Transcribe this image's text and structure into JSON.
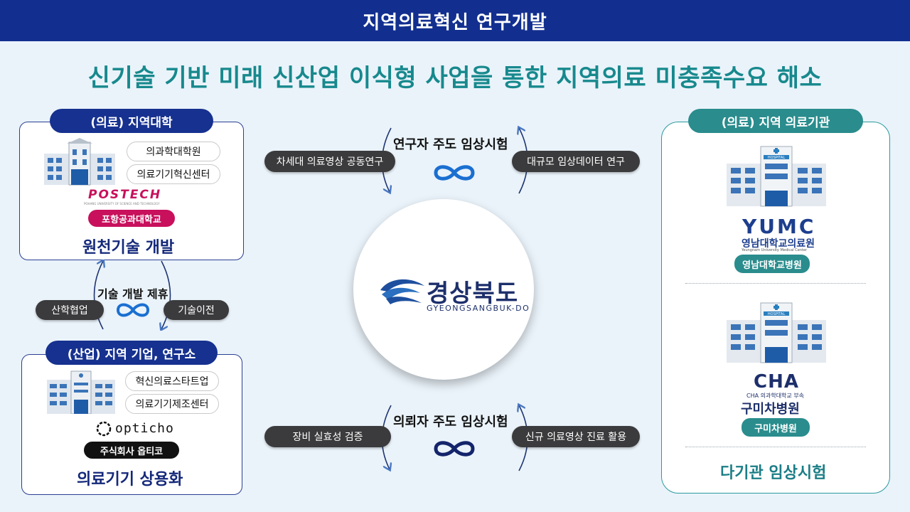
{
  "header": {
    "title": "지역의료혁신 연구개발"
  },
  "subtitle": "신기술 기반 미래 신산업 이식형 사업을 통한 지역의료 미충족수요 해소",
  "university": {
    "tab": "(의료) 지역대학",
    "tags": [
      "의과학대학원",
      "의료기기혁신센터"
    ],
    "logo": "POSTECH",
    "logo_sub": "POHANG UNIVERSITY OF SCIENCE AND TECHNOLOGY",
    "name_badge": "포항공과대학교",
    "conclusion": "원천기술 개발"
  },
  "industry": {
    "tab": "(산업) 지역 기업, 연구소",
    "tags": [
      "혁신의료스타트업",
      "의료기기제조센터"
    ],
    "logo": "opticho",
    "name_badge": "주식회사 옵티코",
    "conclusion": "의료기기 상용화"
  },
  "left_flow": {
    "title": "기술 개발 제휴",
    "left_pill": "산학협업",
    "right_pill": "기술이전"
  },
  "top_flow": {
    "title": "연구자 주도 임상시험",
    "left_pill": "차세대 의료영상 공동연구",
    "right_pill": "대규모 임상데이터 연구"
  },
  "bottom_flow": {
    "title": "의뢰자 주도 임상시험",
    "left_pill": "장비 실효성 검증",
    "right_pill": "신규 의료영상 진료 활용"
  },
  "center": {
    "name_ko": "경상북도",
    "name_en": "GYEONGSANGBUK-DO"
  },
  "hospitals": {
    "tab": "(의료) 지역 의료기관",
    "yumc": {
      "logo": "YUMC",
      "name": "영남대학교의료원",
      "name_en": "Yeungnam University Medical Center",
      "badge": "영남대학교병원"
    },
    "cha": {
      "logo": "CHA",
      "sub": "CHA 의과학대학교 부속",
      "name": "구미차병원",
      "badge": "구미차병원"
    },
    "conclusion": "다기관 임상시험"
  },
  "building_sign": "HOSPITAL",
  "colors": {
    "navy": "#122f8f",
    "teal": "#17898d",
    "crimson": "#c8105c",
    "infinity": "#1a6fd1"
  }
}
